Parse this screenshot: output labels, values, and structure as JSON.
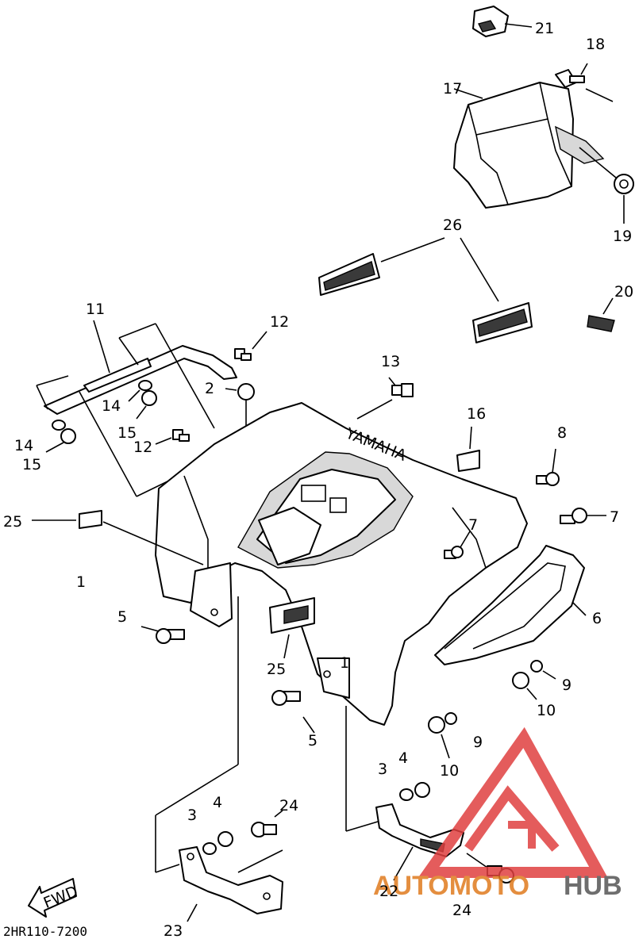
{
  "diagram": {
    "callouts": [
      "21",
      "18",
      "17",
      "19",
      "26",
      "20",
      "11",
      "12",
      "13",
      "2",
      "14",
      "15",
      "16",
      "12",
      "14",
      "15",
      "8",
      "25",
      "7",
      "7",
      "1",
      "6",
      "5",
      "25",
      "1",
      "9",
      "5",
      "10",
      "9",
      "10",
      "4",
      "3",
      "24",
      "3",
      "4",
      "22",
      "24",
      "23"
    ],
    "embossed_text": "YAMAHA",
    "fwd_label": "FWD",
    "drawing_code": "2HR110-7200",
    "watermark": {
      "word_a": "AUTOMOTO",
      "word_b": "HUB",
      "accent_color": "#e07b1e",
      "dark_color": "#555555",
      "logo_color": "#e04040"
    }
  }
}
